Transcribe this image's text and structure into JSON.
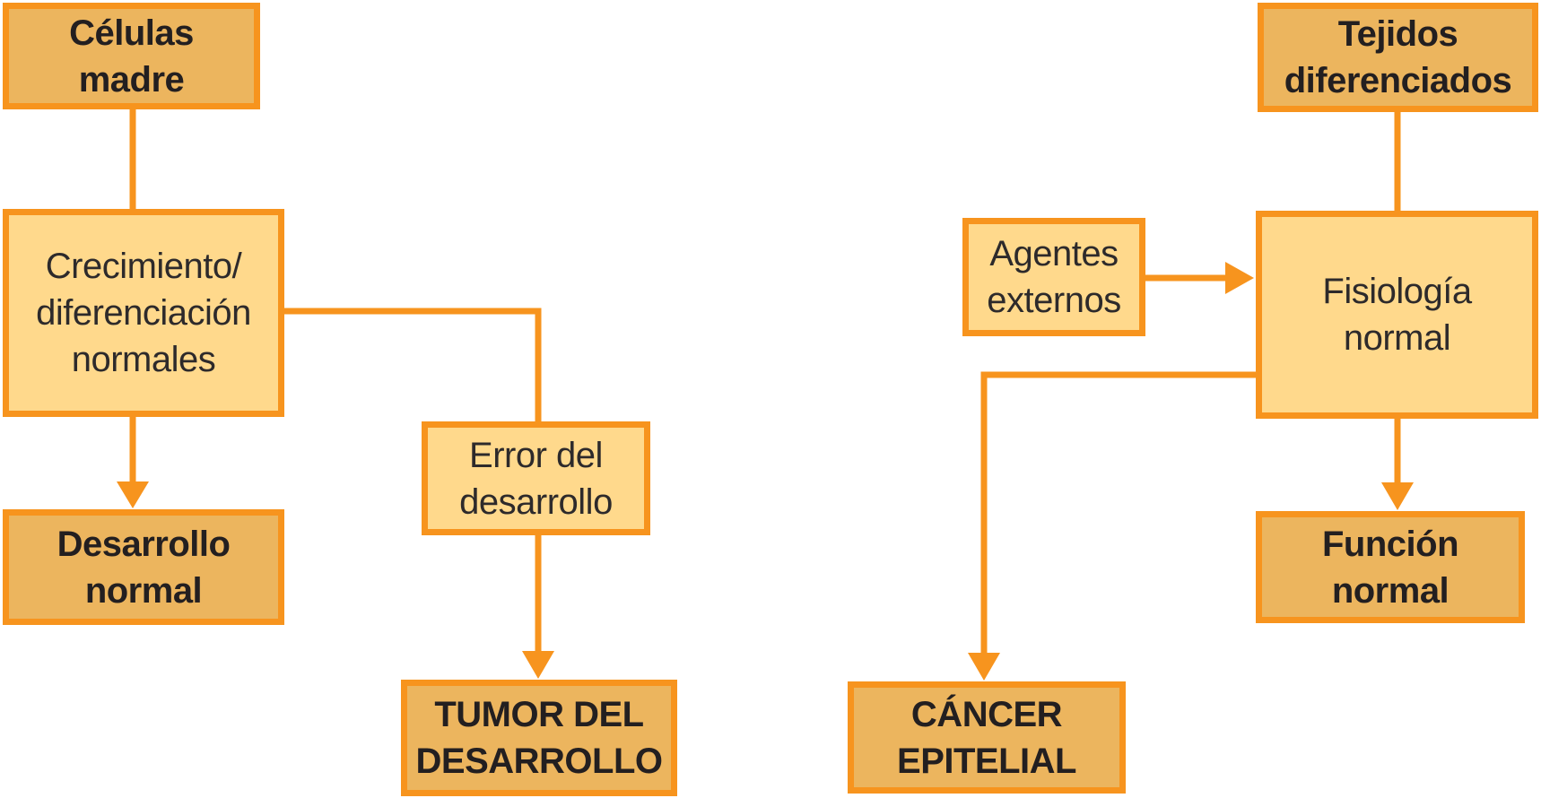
{
  "diagram": {
    "type": "flowchart",
    "background": "#ffffff",
    "colors": {
      "line": "#f7941e",
      "node_strong_fill": "#ecb55e",
      "node_soft_fill": "#ffd98c",
      "text": "#231f20"
    },
    "nodes": {
      "celulas_madre": {
        "label": "Células\nmadre",
        "style": "strong"
      },
      "crecimiento": {
        "label": "Crecimiento/\ndiferenciación\nnormales",
        "style": "soft"
      },
      "desarrollo_normal": {
        "label": "Desarrollo\nnormal",
        "style": "strong"
      },
      "error_desarrollo": {
        "label": "Error del\ndesarrollo",
        "style": "soft"
      },
      "tumor_desarrollo": {
        "label": "TUMOR DEL\nDESARROLLO",
        "style": "strong"
      },
      "tejidos": {
        "label": "Tejidos\ndiferenciados",
        "style": "strong"
      },
      "agentes_externos": {
        "label": "Agentes\nexternos",
        "style": "soft"
      },
      "fisiologia": {
        "label": "Fisiología\nnormal",
        "style": "soft"
      },
      "funcion_normal": {
        "label": "Función\nnormal",
        "style": "strong"
      },
      "cancer_epitelial": {
        "label": "CÁNCER\nEPITELIAL",
        "style": "strong"
      }
    },
    "edges": [
      {
        "from": "celulas_madre",
        "to": "crecimiento",
        "arrowhead": false
      },
      {
        "from": "crecimiento",
        "to": "desarrollo_normal",
        "arrowhead": true
      },
      {
        "from": "crecimiento",
        "to": "error_desarrollo",
        "arrowhead": false
      },
      {
        "from": "error_desarrollo",
        "to": "tumor_desarrollo",
        "arrowhead": true
      },
      {
        "from": "tejidos",
        "to": "fisiologia",
        "arrowhead": false
      },
      {
        "from": "agentes_externos",
        "to": "fisiologia",
        "arrowhead": true
      },
      {
        "from": "fisiologia",
        "to": "funcion_normal",
        "arrowhead": true
      },
      {
        "from": "fisiologia",
        "to": "cancer_epitelial",
        "arrowhead": true
      }
    ]
  }
}
